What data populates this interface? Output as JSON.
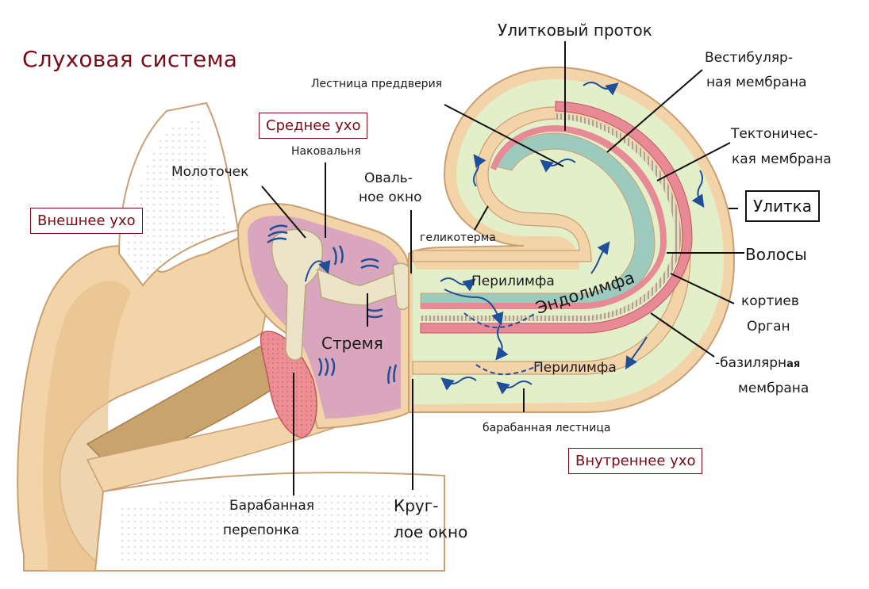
{
  "title": "Слуховая система",
  "sections": {
    "outer_ear": "Внешнее ухо",
    "middle_ear": "Среднее ухо",
    "inner_ear": "Внутреннее ухо",
    "cochlea": "Улитка"
  },
  "labels": {
    "cochlear_duct": "Улитковый проток",
    "scala_vestibuli": "Лестница преддверия",
    "vestibular_membrane_1": "Вестибуляр-",
    "vestibular_membrane_2": "ная мембрана",
    "tectorial_membrane_1": "Тектоничес-",
    "tectorial_membrane_2": "кая мембрана",
    "hairs": "Волосы",
    "organ_corti_1": "кортиев",
    "organ_corti_2": "Орган",
    "basilar_membrane_1": "-базилярн",
    "basilar_membrane_1b": "ая",
    "basilar_membrane_2": "мембрана",
    "incus": "Наковальня",
    "malleus": "Молоточек",
    "oval_window_1": "Оваль-",
    "oval_window_2": "ное окно",
    "helicotrema": "геликотерма",
    "perilymph_top": "Перилимфа",
    "endolymph": "Эндолимфа",
    "perilymph_bottom": "Перилимфа",
    "stapes": "Стремя",
    "scala_tympani": "барабанная лестница",
    "eardrum_1": "Барабанная",
    "eardrum_2": "перепонка",
    "round_window_1": "Круг-",
    "round_window_2": "лое окно"
  },
  "colors": {
    "title": "#7a0c17",
    "skin": "#f3d3a8",
    "skin_edge": "#c9a074",
    "middle_ear": "#d9a6bd",
    "bone": "#ece3c8",
    "perilymph": "#e3efc9",
    "endolymph": "#9ccbbe",
    "membrane": "#e88a96",
    "wave": "#1f4f9a"
  }
}
